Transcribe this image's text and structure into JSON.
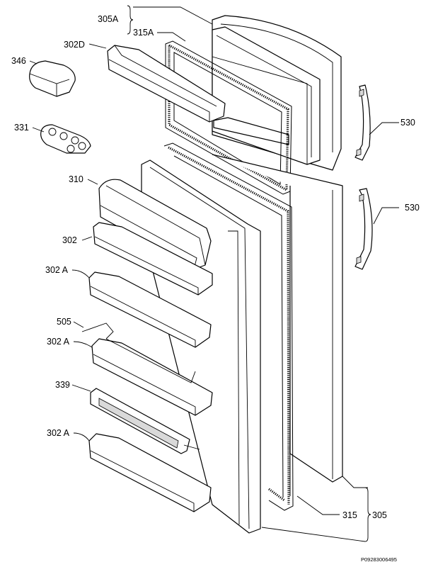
{
  "labels": {
    "l305a": "305A",
    "l315a": "315A",
    "l302d": "302D",
    "l346": "346",
    "l331": "331",
    "l530_top": "530",
    "l530_bottom": "530",
    "l310": "310",
    "l302": "302",
    "l302a_1": "302 A",
    "l505": "505",
    "l302a_2": "302 A",
    "l339": "339",
    "l302a_3": "302 A",
    "l315": "315",
    "l305": "305"
  },
  "drawing_code": "P09283006495"
}
